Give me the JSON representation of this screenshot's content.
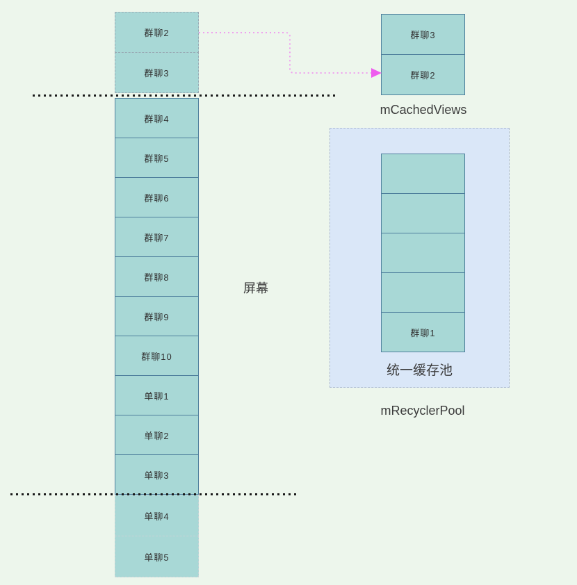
{
  "colors": {
    "background": "#edf6ec",
    "cell_fill": "#a8d8d6",
    "cell_border_solid": "#4d7e9c",
    "cell_border_dashed_top": "#98a8b3",
    "cell_border_dashed_bottom": "#c9d3d6",
    "pool_fill": "#dae7f8",
    "pool_border": "#aab8d0",
    "dotted_line": "#1a1a1a",
    "arrow_line": "#efa0ef",
    "arrow_head": "#ee5cee",
    "text": "#3b3b3b"
  },
  "list_column": {
    "offscreen_top_cells": [
      "群聊2",
      "群聊3"
    ],
    "visible_cells": [
      "群聊4",
      "群聊5",
      "群聊6",
      "群聊7",
      "群聊8",
      "群聊9",
      "群聊10",
      "单聊1",
      "单聊2",
      "单聊3"
    ],
    "offscreen_bottom_cells": [
      "单聊4",
      "单聊5"
    ],
    "screen_label": "屏幕"
  },
  "cached_views": {
    "cells": [
      "群聊3",
      "群聊2"
    ],
    "label": "mCachedViews"
  },
  "recycler_pool": {
    "cells": [
      "",
      "",
      "",
      "",
      "群聊1"
    ],
    "pool_label": "统一缓存池",
    "label": "mRecyclerPool"
  }
}
